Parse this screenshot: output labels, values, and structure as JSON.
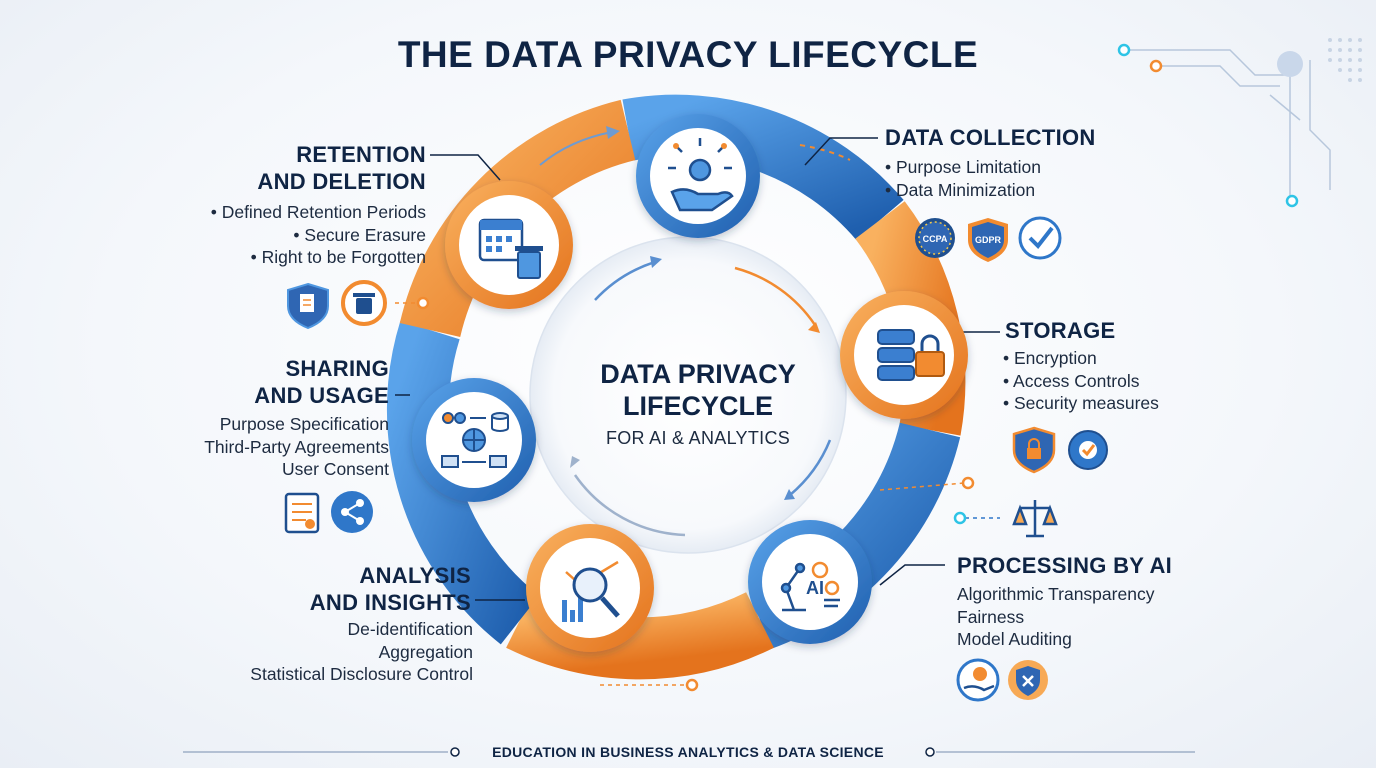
{
  "title": "THE DATA PRIVACY LIFECYCLE",
  "center": {
    "title_line1": "DATA PRIVACY",
    "title_line2": "LIFECYCLE",
    "subtitle": "FOR AI & ANALYTICS"
  },
  "stages": {
    "collection": {
      "title": "DATA COLLECTION",
      "bullets": [
        "Purpose Limitation",
        "Data Minimization"
      ],
      "badges": [
        "CCPA",
        "GDPR"
      ]
    },
    "storage": {
      "title": "STORAGE",
      "bullets": [
        "Encryption",
        "Access Controls",
        "Security measures"
      ]
    },
    "processing": {
      "title": "PROCESSING BY AI",
      "bullets": [
        "Algorithmic Transparency",
        "Fairness",
        "Model Auditing"
      ],
      "icon_label": "AI"
    },
    "analysis": {
      "title_line1": "ANALYSIS",
      "title_line2": "AND INSIGHTS",
      "bullets": [
        "De-identification",
        "Aggregation",
        "Statistical Disclosure Control"
      ]
    },
    "sharing": {
      "title_line1": "SHARING",
      "title_line2": "AND USAGE",
      "bullets": [
        "Purpose Specification",
        "Third-Party Agreements",
        "User Consent"
      ]
    },
    "retention": {
      "title_line1": "RETENTION",
      "title_line2": "AND DELETION",
      "bullets": [
        "Defined Retention Periods",
        "Secure Erasure",
        "Right to be Forgotten"
      ]
    }
  },
  "footer": "EDUCATION IN BUSINESS ANALYTICS & DATA SCIENCE",
  "colors": {
    "blue": "#2f77c9",
    "blue_light": "#4f97e0",
    "orange": "#f28b30",
    "orange_light": "#f7a955",
    "navy": "#0f2444"
  }
}
